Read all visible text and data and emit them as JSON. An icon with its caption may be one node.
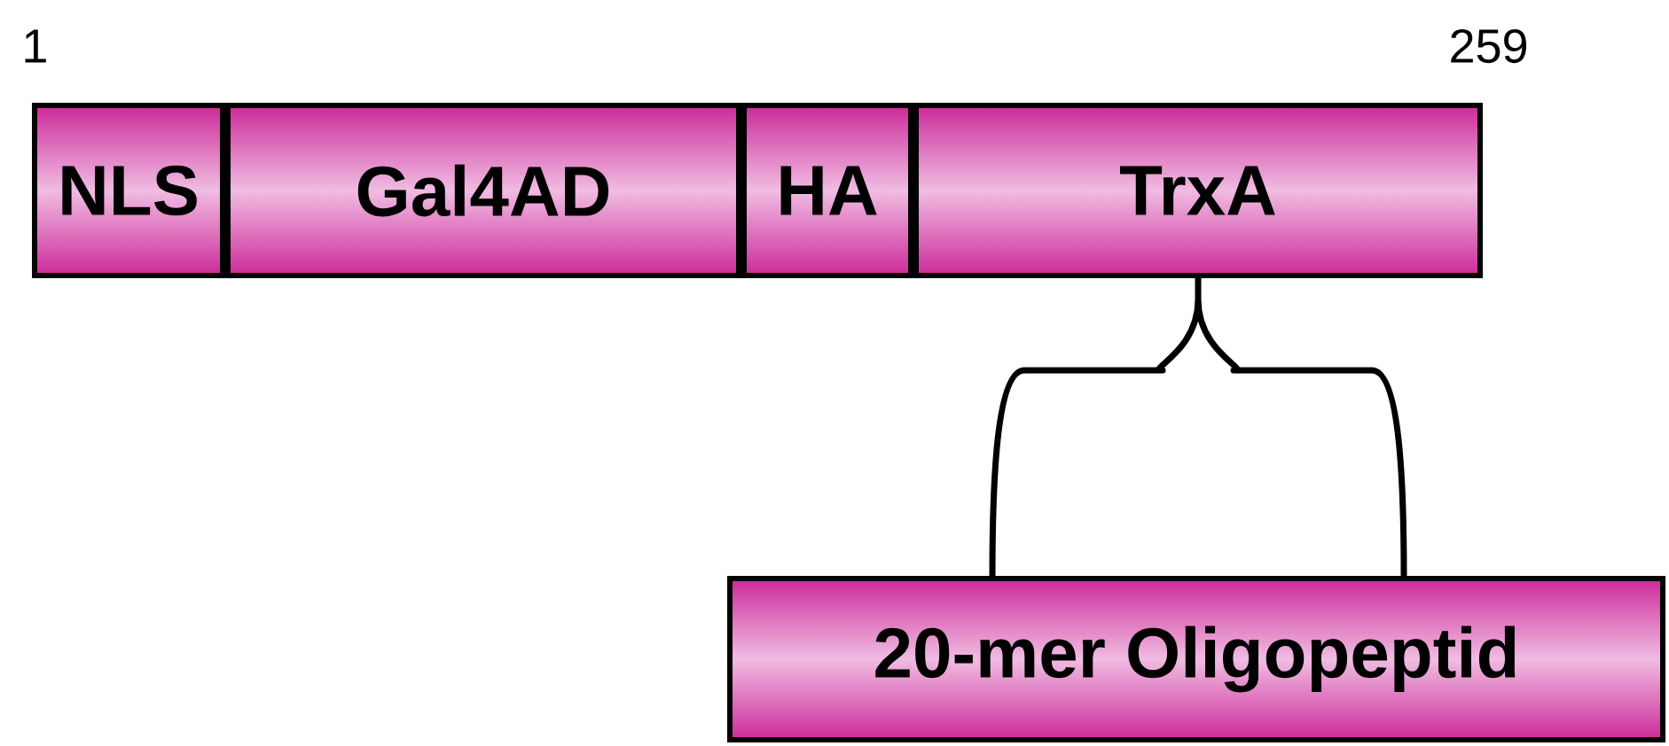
{
  "diagram": {
    "nodes": [
      {
        "text": [
          "NLS"
        ]
      },
      {
        "text": [
          "Gal4AD"
        ]
      },
      {
        "text": [
          "HA"
        ]
      },
      {
        "text": [
          "TrxA"
        ]
      },
      {
        "text": [
          "20-mer Oligopeptid"
        ]
      }
    ],
    "edges": [
      {
        "from": 3,
        "to": 4,
        "arrow": "none"
      }
    ],
    "labels": [
      "1",
      "259"
    ]
  }
}
